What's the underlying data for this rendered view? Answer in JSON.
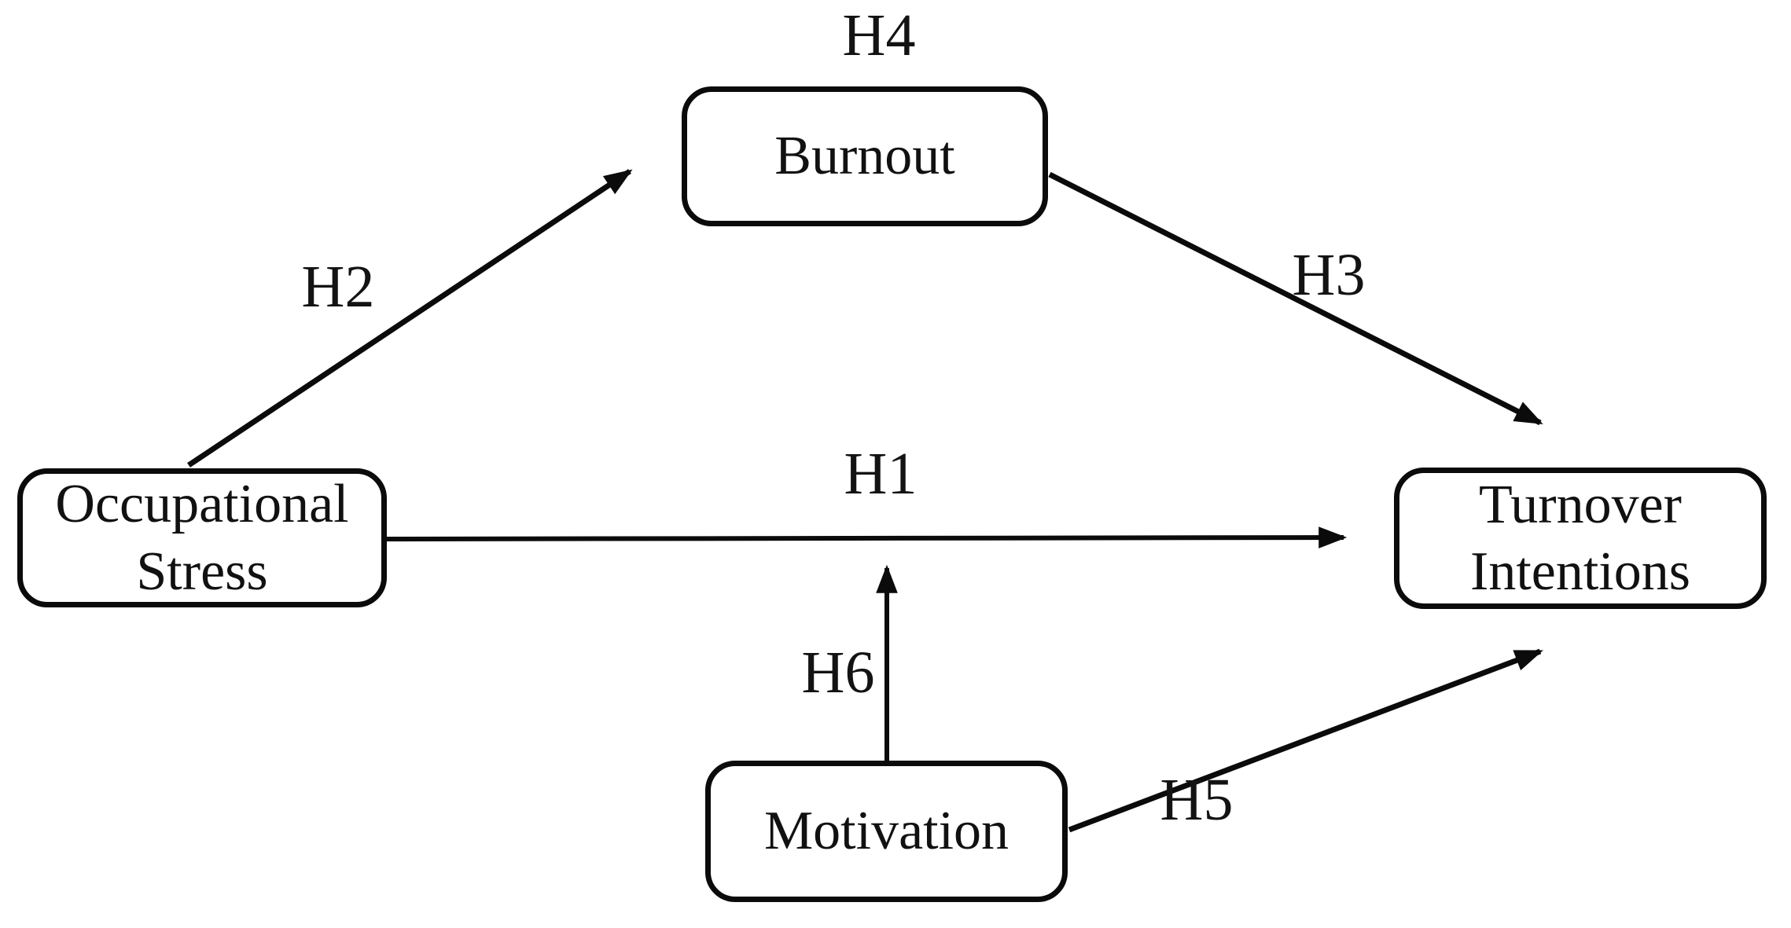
{
  "diagram": {
    "type": "hypothesis-path-model",
    "background_color": "#ffffff",
    "line_color": "#0b0b0b",
    "text_color": "#111111",
    "box_fill": "#ffffff",
    "nodes": {
      "occupational_stress": {
        "label": "Occupational Stress"
      },
      "burnout": {
        "label": "Burnout"
      },
      "turnover_intentions": {
        "label": "Turnover Intentions"
      },
      "motivation": {
        "label": "Motivation"
      }
    },
    "hypotheses": {
      "h1": {
        "label": "H1",
        "from": "Occupational Stress",
        "to": "Turnover Intentions",
        "style": "direct horizontal arrow"
      },
      "h2": {
        "label": "H2",
        "from": "Occupational Stress",
        "to": "Burnout",
        "style": "diagonal arrow up-right"
      },
      "h3": {
        "label": "H3",
        "from": "Burnout",
        "to": "Turnover Intentions",
        "style": "diagonal arrow down-right"
      },
      "h4": {
        "label": "H4",
        "placement": "above Burnout box (mediation label)"
      },
      "h5": {
        "label": "H5",
        "from": "Motivation",
        "to": "Turnover Intentions",
        "style": "diagonal arrow up-right"
      },
      "h6": {
        "label": "H6",
        "from": "Motivation",
        "to": "H1 arrow midpoint (moderation)",
        "style": "vertical arrow up"
      }
    }
  }
}
